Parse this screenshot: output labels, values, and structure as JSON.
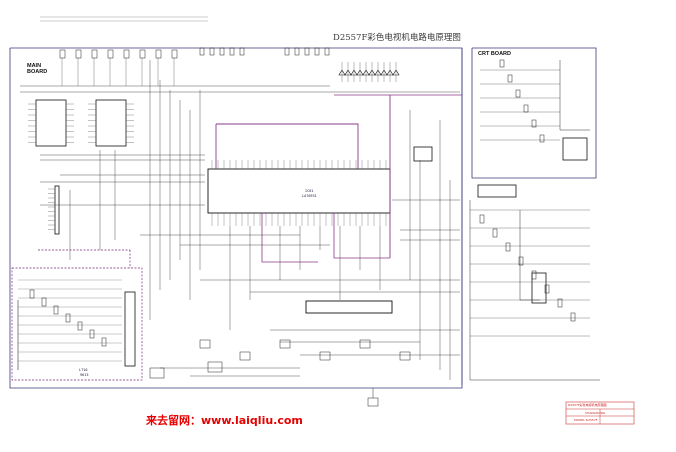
{
  "title": "D2557F彩色电视机电路电原理图",
  "boards": {
    "main": "MAIN BOARD",
    "crt": "CRT BOARD"
  },
  "ics": {
    "main_cpu_top": "IC01",
    "main_cpu_bottom": "LA76931",
    "power_ic_top": "LT10",
    "power_ic_bottom": "9613"
  },
  "watermark": "来去留网：www.laiqliu.com",
  "title_block": {
    "line1": "D2557F彩色电视机电原理图",
    "line2": "CHANGHONG",
    "line3": "MODEL D2557F"
  },
  "colors": {
    "wire": "#404040",
    "thin_wire": "#6a6a6a",
    "board_frame": "#3a3a7a",
    "power_frame": "#7a2a7a",
    "bus_wire": "#8a3a8a",
    "watermark": "#e60000",
    "title_block": "#cc3333"
  }
}
